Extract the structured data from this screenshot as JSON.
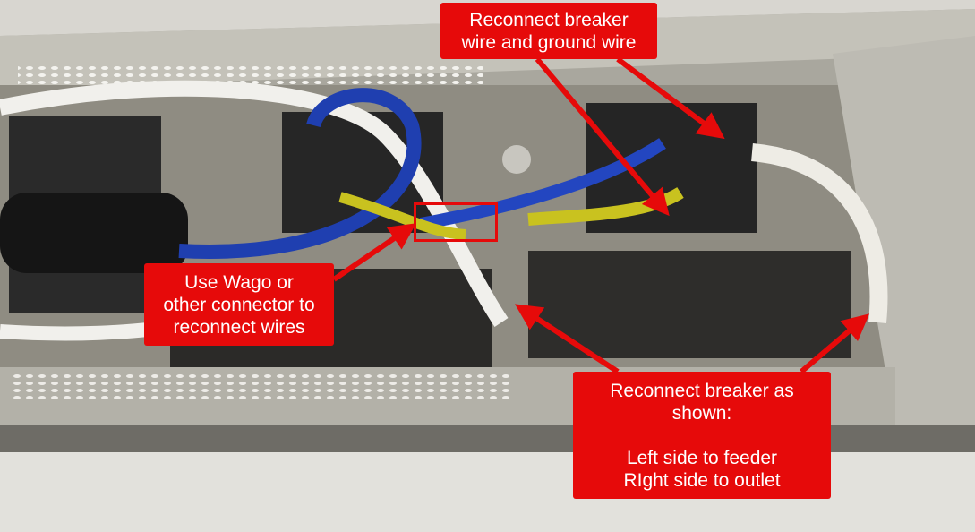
{
  "callouts": {
    "top": {
      "line1": "Reconnect breaker",
      "line2": "wire and ground wire"
    },
    "left": {
      "line1": "Use Wago or",
      "line2": "other connector to",
      "line3": "reconnect wires"
    },
    "right": {
      "line1": "Reconnect breaker as",
      "line2": "shown:",
      "line3": "Left side to feeder",
      "line4": "RIght side to outlet"
    }
  },
  "colors": {
    "annotation": "#e60a0a",
    "panel": "#b9b7ae",
    "wire_blue": "#1f3fb0"
  }
}
